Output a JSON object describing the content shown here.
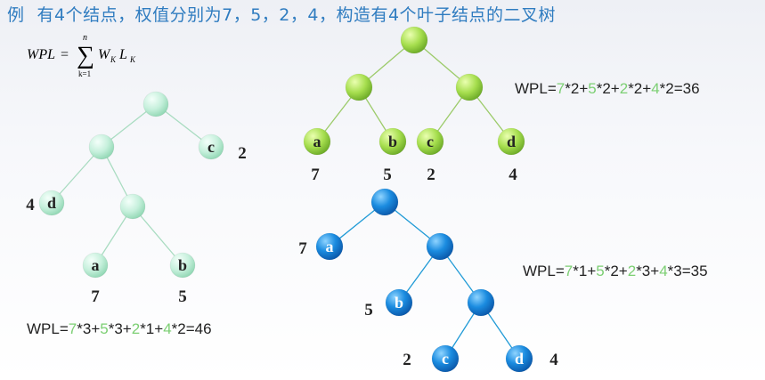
{
  "title": {
    "prefix": "例",
    "text": "有4个结点，权值分别为7，5，2，4，构造有4个叶子结点的二叉树"
  },
  "formula": {
    "lhs": "WPL",
    "eq": "=",
    "sum_top": "n",
    "sum_bottom": "k=1",
    "w": "W",
    "w_sub": "K",
    "l": "L",
    "l_sub": "K"
  },
  "trees": [
    {
      "id": "mint-tree",
      "style": "mint",
      "edges": [
        [
          "root",
          "n1"
        ],
        [
          "root",
          "c"
        ],
        [
          "n1",
          "d"
        ],
        [
          "n1",
          "n2"
        ],
        [
          "n2",
          "a"
        ],
        [
          "n2",
          "b"
        ]
      ],
      "leaves": [
        {
          "node": "a",
          "letter": "a",
          "weight": "7"
        },
        {
          "node": "b",
          "letter": "b",
          "weight": "5"
        },
        {
          "node": "c",
          "letter": "c",
          "weight": "2"
        },
        {
          "node": "d",
          "letter": "d",
          "weight": "4"
        }
      ],
      "wpl": [
        {
          "t": "WPL="
        },
        {
          "t": "7",
          "hl": true
        },
        {
          "t": "*3+"
        },
        {
          "t": "5",
          "hl": true
        },
        {
          "t": "*3+"
        },
        {
          "t": "2",
          "hl": true
        },
        {
          "t": "*1+"
        },
        {
          "t": "4",
          "hl": true
        },
        {
          "t": "*2=46"
        }
      ]
    },
    {
      "id": "green-tree",
      "style": "green",
      "edges": [
        [
          "root",
          "l"
        ],
        [
          "root",
          "r"
        ],
        [
          "l",
          "a"
        ],
        [
          "l",
          "b"
        ],
        [
          "r",
          "c"
        ],
        [
          "r",
          "d"
        ]
      ],
      "leaves": [
        {
          "node": "a",
          "letter": "a",
          "weight": "7"
        },
        {
          "node": "b",
          "letter": "b",
          "weight": "5"
        },
        {
          "node": "c",
          "letter": "c",
          "weight": "2"
        },
        {
          "node": "d",
          "letter": "d",
          "weight": "4"
        }
      ],
      "wpl": [
        {
          "t": "WPL="
        },
        {
          "t": "7",
          "hl": true
        },
        {
          "t": "*2+"
        },
        {
          "t": "5",
          "hl": true
        },
        {
          "t": "*2+"
        },
        {
          "t": "2",
          "hl": true
        },
        {
          "t": "*2+"
        },
        {
          "t": "4",
          "hl": true
        },
        {
          "t": "*2=36"
        }
      ]
    },
    {
      "id": "blue-tree",
      "style": "blue",
      "edges": [
        [
          "root",
          "a"
        ],
        [
          "root",
          "n1"
        ],
        [
          "n1",
          "b"
        ],
        [
          "n1",
          "n2"
        ],
        [
          "n2",
          "c"
        ],
        [
          "n2",
          "d"
        ]
      ],
      "leaves": [
        {
          "node": "a",
          "letter": "a",
          "weight": "7"
        },
        {
          "node": "b",
          "letter": "b",
          "weight": "5"
        },
        {
          "node": "c",
          "letter": "c",
          "weight": "2"
        },
        {
          "node": "d",
          "letter": "d",
          "weight": "4"
        }
      ],
      "wpl": [
        {
          "t": "WPL="
        },
        {
          "t": "7",
          "hl": true
        },
        {
          "t": "*1+"
        },
        {
          "t": "5",
          "hl": true
        },
        {
          "t": "*2+"
        },
        {
          "t": "2",
          "hl": true
        },
        {
          "t": "*3+"
        },
        {
          "t": "4",
          "hl": true
        },
        {
          "t": "*3=35"
        }
      ]
    }
  ],
  "colors": {
    "title": "#2f7cc0",
    "highlight": "#7ccf73",
    "mint_edge": "#a9dcc1",
    "green_edge": "#9ccb6a",
    "blue_edge": "#1f9ad6"
  }
}
